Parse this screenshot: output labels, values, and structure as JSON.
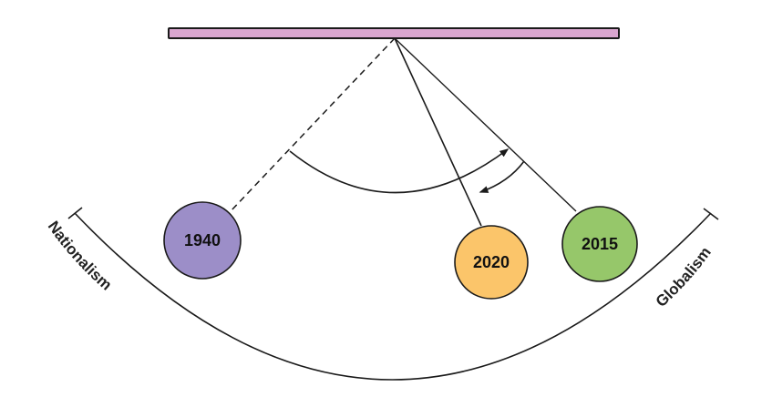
{
  "colors": {
    "beam": "#d9a6cf",
    "line": "#1a1a1a",
    "bob_1940": "#9c8ec8",
    "bob_2020": "#fbc56a",
    "bob_2015": "#96c76a"
  },
  "bobs": {
    "year_1940": "1940",
    "year_2020": "2020",
    "year_2015": "2015"
  },
  "scale": {
    "left_label": "Nationalism",
    "right_label": "Globalism"
  }
}
